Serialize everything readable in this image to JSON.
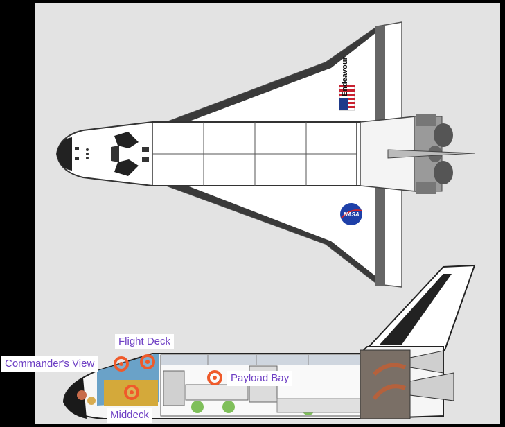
{
  "orbiter": {
    "name": "Endeavour",
    "agency_logo": "NASA"
  },
  "hotspots": [
    {
      "id": "flight-deck",
      "label": "Flight Deck"
    },
    {
      "id": "commanders-view",
      "label": "Commander's View"
    },
    {
      "id": "payload-bay",
      "label": "Payload Bay"
    },
    {
      "id": "middeck",
      "label": "Middeck"
    }
  ],
  "colors": {
    "hotspot": "#ef5a2a",
    "label_text": "#6e3fc4",
    "label_bg": "#ffffff",
    "stage_bg": "#e3e3e3"
  }
}
